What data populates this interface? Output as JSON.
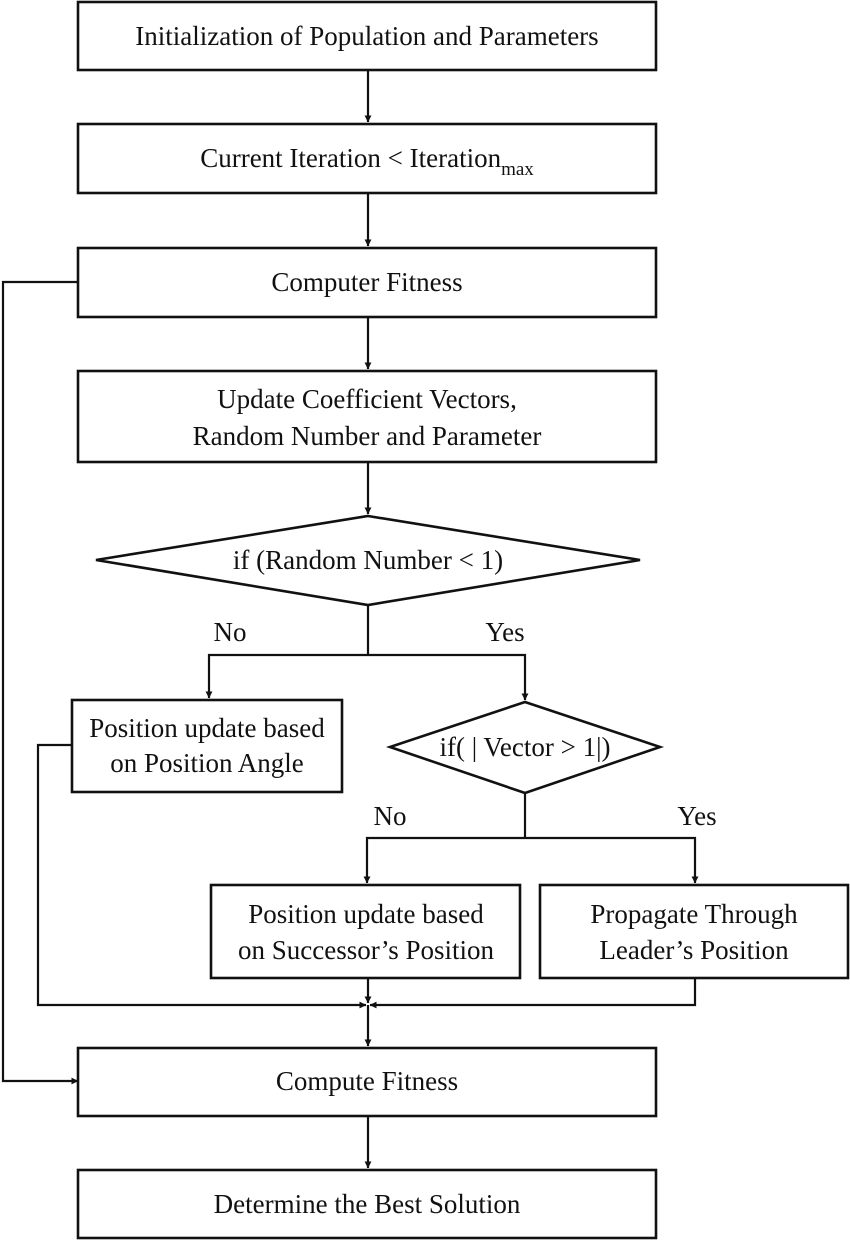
{
  "nodes": {
    "init": "Initialization of Population and Parameters",
    "iteration_main": "Current Iteration < Iteration",
    "iteration_sub": "max",
    "computer_fitness": "Computer Fitness",
    "update_line1": "Update Coefficient Vectors,",
    "update_line2": "Random Number and Parameter",
    "decision_random": "if (Random Number < 1)",
    "angle_line1": "Position update based",
    "angle_line2": "on Position Angle",
    "decision_vector": "if( | Vector > 1|)",
    "successor_line1": "Position update based",
    "successor_line2": "on Successor’s Position",
    "leader_line1": "Propagate Through",
    "leader_line2": "Leader’s Position",
    "compute_fitness": "Compute Fitness",
    "best_solution": "Determine the Best Solution"
  },
  "labels": {
    "random_no": "No",
    "random_yes": "Yes",
    "vector_no": "No",
    "vector_yes": "Yes"
  },
  "colors": {
    "line": "#111111",
    "background": "#ffffff"
  }
}
